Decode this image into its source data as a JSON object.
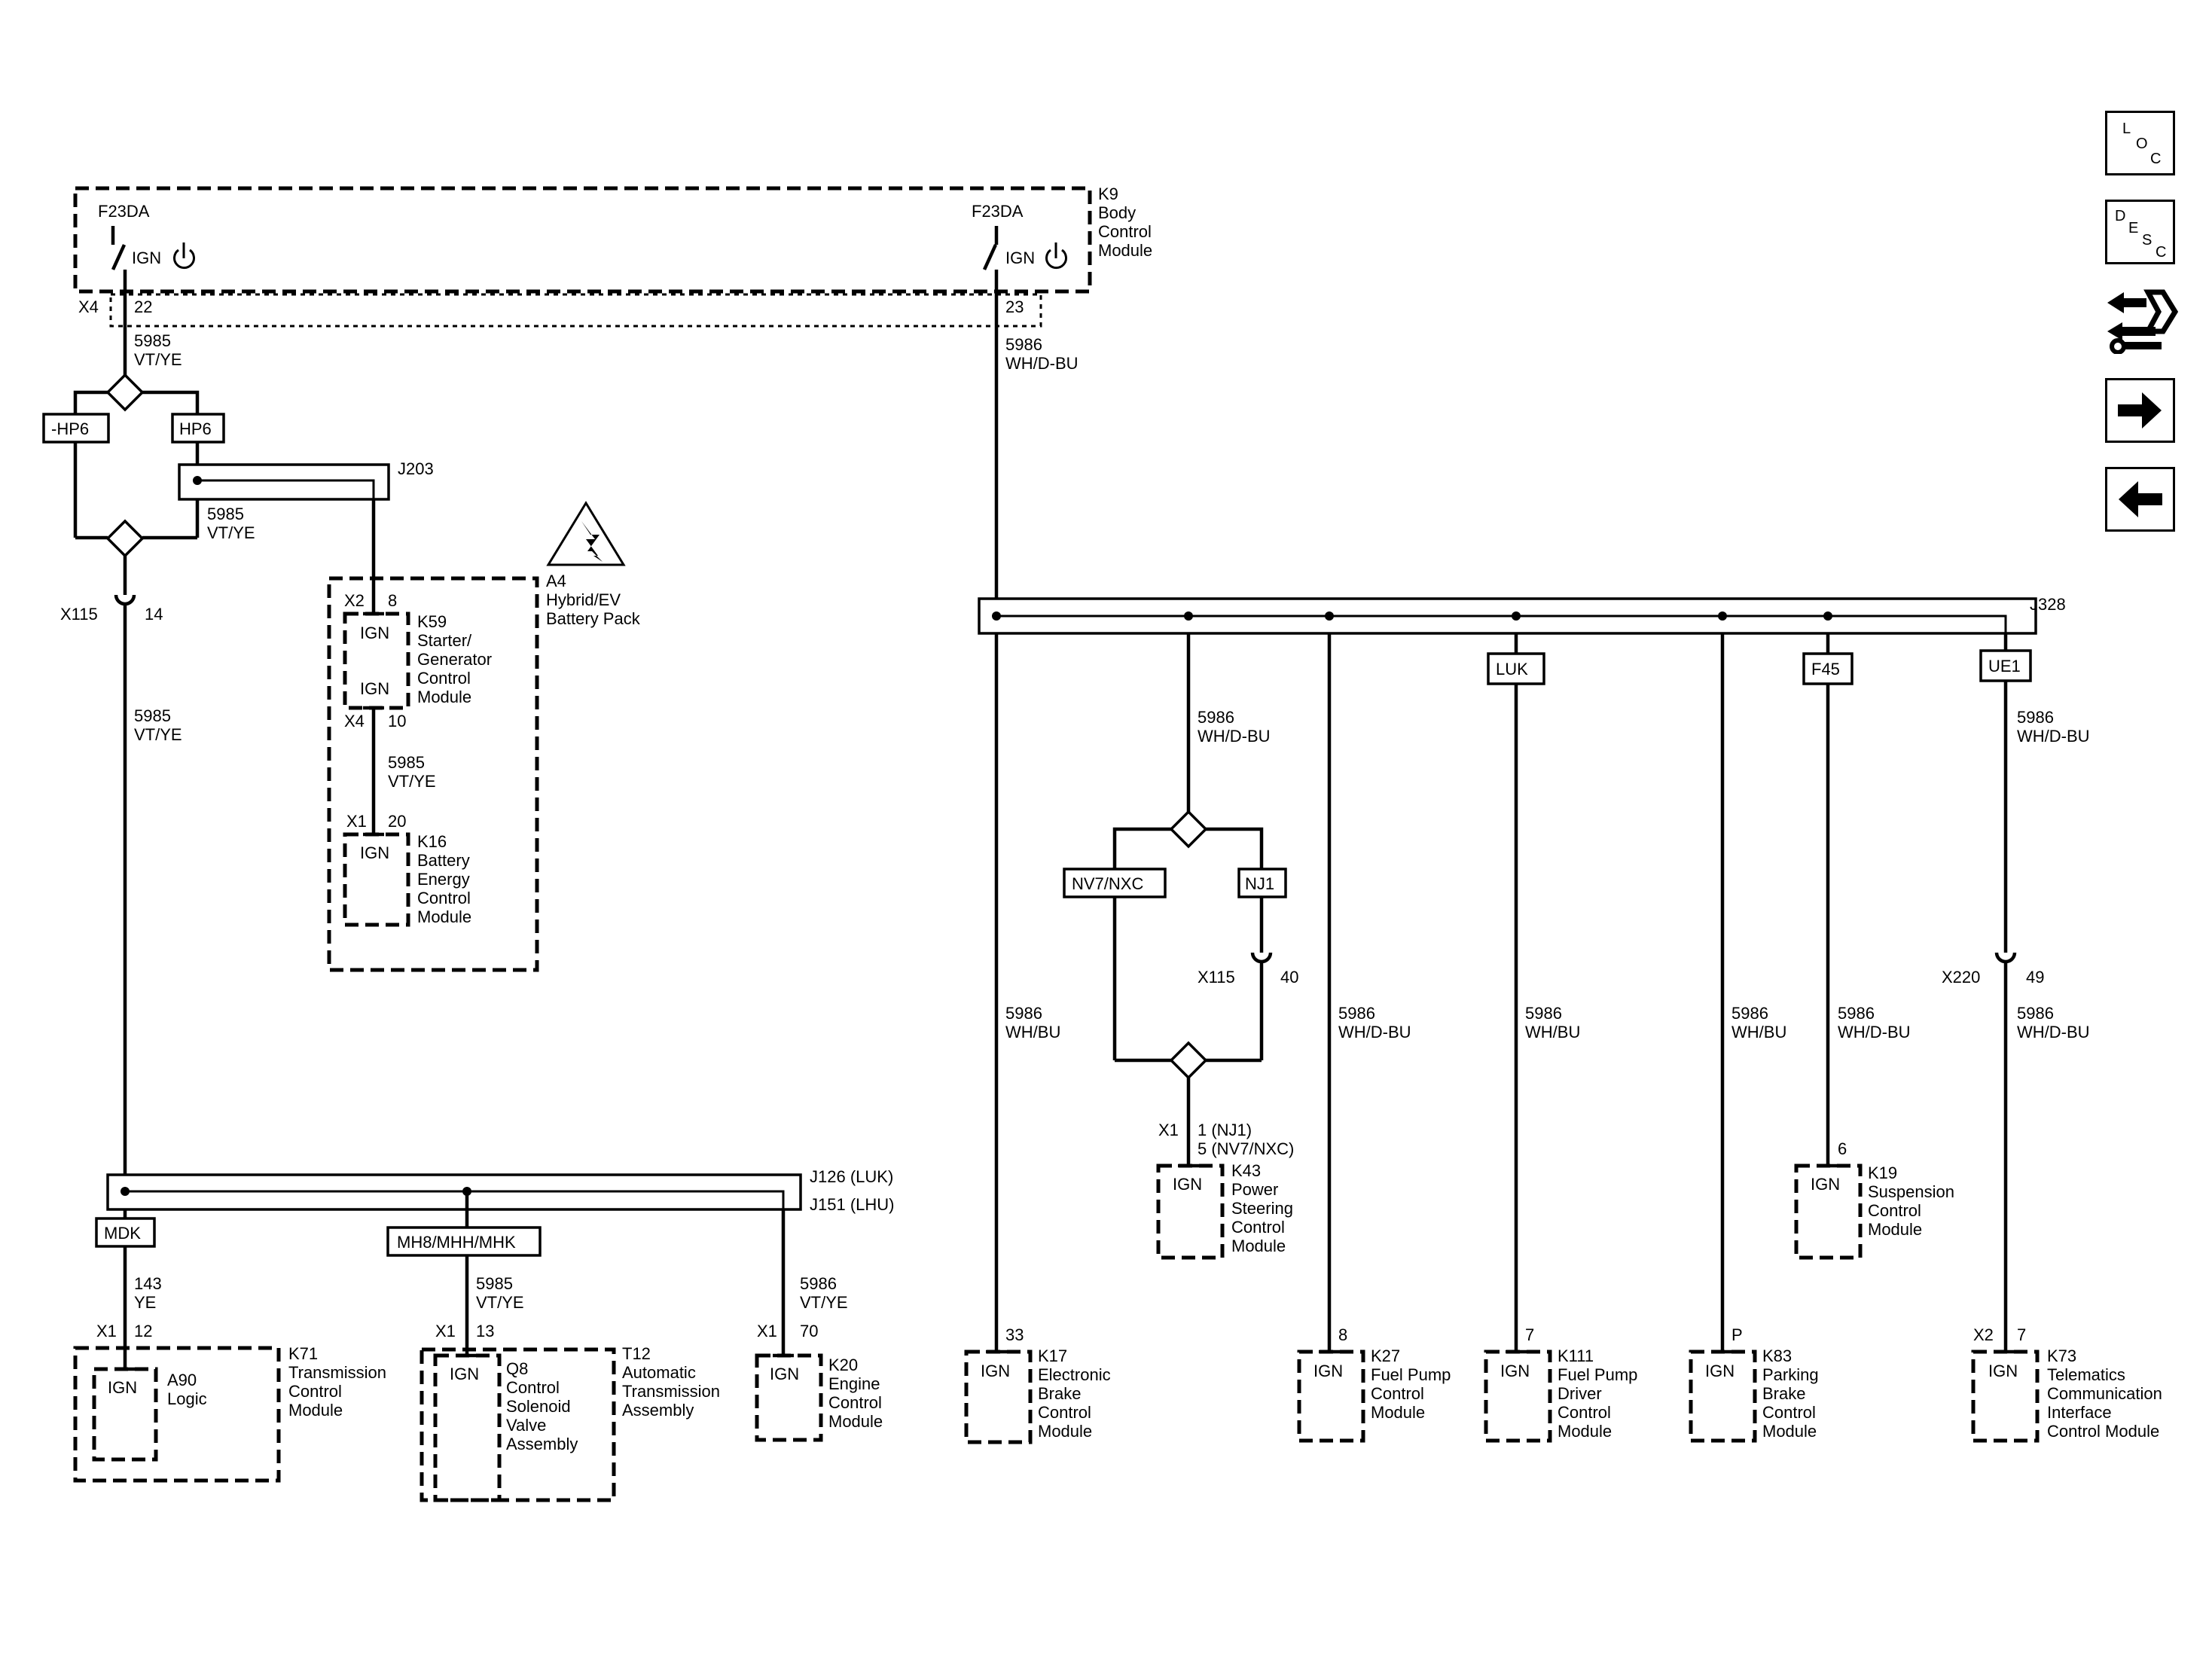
{
  "nav": {
    "loc": [
      "L",
      "O",
      "C"
    ],
    "desc": [
      "D",
      "E",
      "S",
      "C"
    ]
  },
  "modules": {
    "k9": {
      "id": "K9",
      "lines": [
        "Body",
        "Control",
        "Module"
      ]
    },
    "a4": {
      "id": "A4",
      "lines": [
        "Hybrid/EV",
        "Battery Pack"
      ]
    },
    "k59": {
      "id": "K59",
      "lines": [
        "Starter/",
        "Generator",
        "Control",
        "Module"
      ]
    },
    "k16": {
      "id": "K16",
      "lines": [
        "Battery",
        "Energy",
        "Control",
        "Module"
      ]
    },
    "k71": {
      "id": "K71",
      "lines": [
        "Transmission",
        "Control",
        "Module"
      ]
    },
    "a90": {
      "id": "A90",
      "lines": [
        "Logic"
      ]
    },
    "t12": {
      "id": "T12",
      "lines": [
        "Automatic",
        "Transmission",
        "Assembly"
      ]
    },
    "q8": {
      "id": "Q8",
      "lines": [
        "Control",
        "Solenoid",
        "Valve",
        "Assembly"
      ]
    },
    "k20": {
      "id": "K20",
      "lines": [
        "Engine",
        "Control",
        "Module"
      ]
    },
    "k17": {
      "id": "K17",
      "lines": [
        "Electronic",
        "Brake",
        "Control",
        "Module"
      ]
    },
    "k43": {
      "id": "K43",
      "lines": [
        "Power",
        "Steering",
        "Control",
        "Module"
      ]
    },
    "k27": {
      "id": "K27",
      "lines": [
        "Fuel Pump",
        "Control",
        "Module"
      ]
    },
    "k111": {
      "id": "K111",
      "lines": [
        "Fuel Pump",
        "Driver",
        "Control",
        "Module"
      ]
    },
    "k83": {
      "id": "K83",
      "lines": [
        "Parking",
        "Brake",
        "Control",
        "Module"
      ]
    },
    "k19": {
      "id": "K19",
      "lines": [
        "Suspension",
        "Control",
        "Module"
      ]
    },
    "k73": {
      "id": "K73",
      "lines": [
        "Telematics",
        "Communication",
        "Interface",
        "Control Module"
      ]
    }
  },
  "fuse_label": "F23DA",
  "ign": "IGN",
  "splices": {
    "j203": "J203",
    "j328": "J328",
    "j126": "J126 (LUK)",
    "j151": "J151 (LHU)"
  },
  "options": {
    "hp6_neg": "-HP6",
    "hp6": "HP6",
    "mdk": "MDK",
    "mh8": "MH8/MHH/MHK",
    "nv7": "NV7/NXC",
    "nj1": "NJ1",
    "luk": "LUK",
    "f45": "F45",
    "ue1": "UE1"
  },
  "connectors": {
    "x4": "X4",
    "x4_pin1": "22",
    "x4_pin2": "23",
    "x115_a": "X115",
    "x115_a_pin": "14",
    "x2_k59": "X2",
    "x2_k59_pin": "8",
    "x4_k59": "X4",
    "x4_k59_pin": "10",
    "x1_k16": "X1",
    "x1_k16_pin": "20",
    "x115_b": "X115",
    "x115_b_pin": "40",
    "x220": "X220",
    "x220_pin": "49",
    "x1_k43": "X1",
    "x1_k43_pin1": "1 (NJ1)",
    "x1_k43_pin2": "5 (NV7/NXC)",
    "x1_k71": "X1",
    "x1_k71_pin": "12",
    "x1_t12": "X1",
    "x1_t12_pin": "13",
    "x1_k20": "X1",
    "x1_k20_pin": "70",
    "k17_pin": "33",
    "k27_pin": "8",
    "k111_pin": "7",
    "k83_pin": "P",
    "k19_pin": "6",
    "x2_k73": "X2",
    "x2_k73_pin": "7"
  },
  "circuits": {
    "c5985": "5985",
    "c5986": "5986",
    "vt_ye": "VT/YE",
    "wh_dbu": "WH/D-BU",
    "wh_bu": "WH/BU",
    "c143": "143",
    "ye": "YE"
  }
}
